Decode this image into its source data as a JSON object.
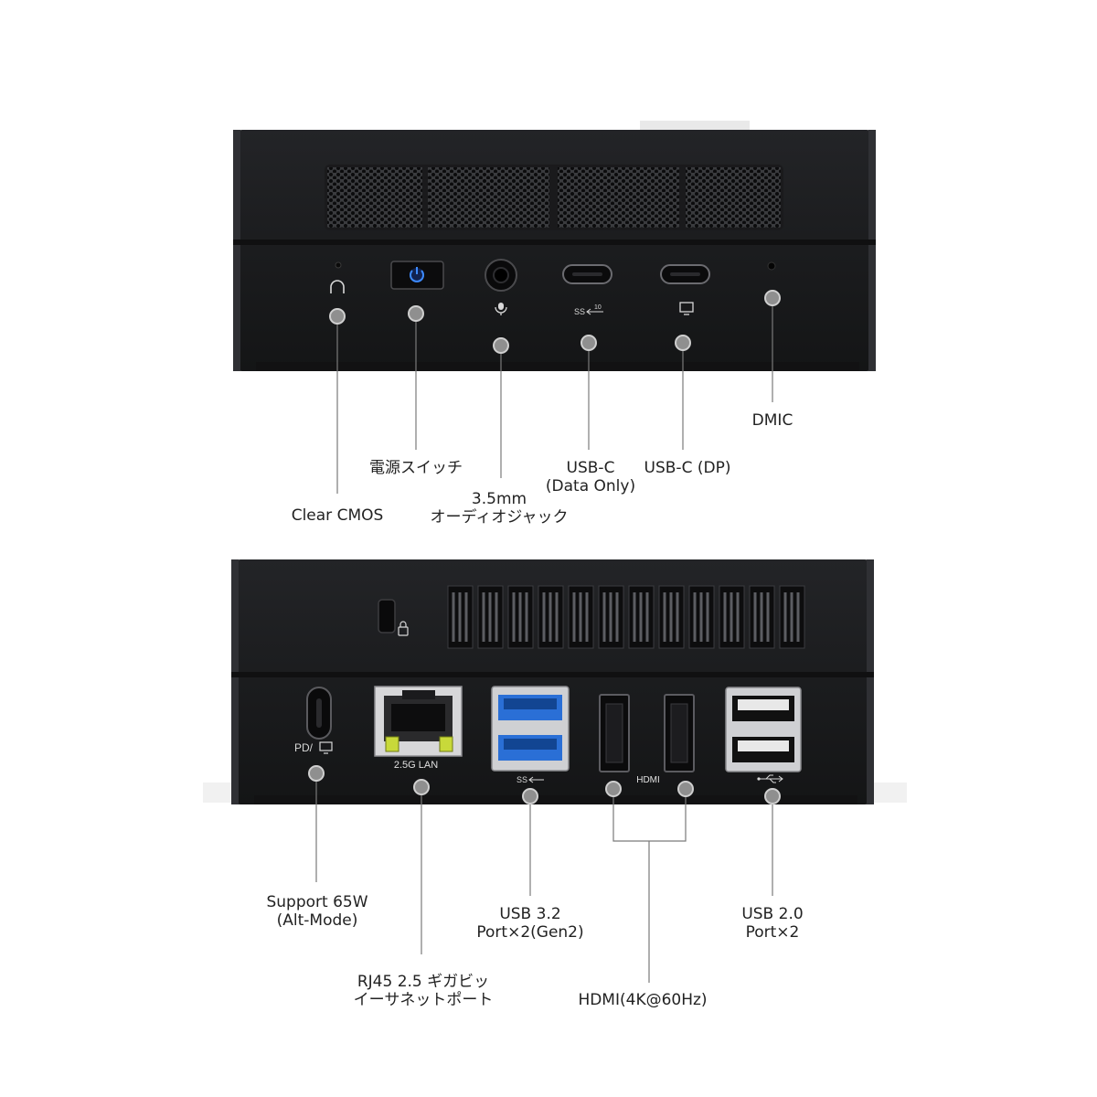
{
  "device_labels": {
    "lan_port": "2.5G LAN",
    "hdmi_port": "HDMI"
  },
  "front_callouts": [
    {
      "id": "clear-cmos",
      "lines": [
        "Clear CMOS"
      ]
    },
    {
      "id": "power-switch",
      "lines": [
        "電源スイッチ"
      ]
    },
    {
      "id": "audio-jack",
      "lines": [
        "3.5mm",
        "オーディオジャック"
      ]
    },
    {
      "id": "usb-c-data",
      "lines": [
        "USB-C",
        "(Data Only)"
      ]
    },
    {
      "id": "usb-c-dp",
      "lines": [
        "USB-C (DP)"
      ]
    },
    {
      "id": "dmic",
      "lines": [
        "DMIC"
      ]
    }
  ],
  "rear_callouts": [
    {
      "id": "usb-c-pd",
      "lines": [
        "Support 65W",
        "(Alt-Mode)"
      ]
    },
    {
      "id": "rj45-lan",
      "lines": [
        "RJ45 2.5 ギガビッ",
        "イーサネットポート"
      ]
    },
    {
      "id": "usb-3-2",
      "lines": [
        "USB 3.2",
        "Port×2(Gen2)"
      ]
    },
    {
      "id": "hdmi",
      "lines": [
        "HDMI(4K@60Hz)"
      ]
    },
    {
      "id": "usb-2-0",
      "lines": [
        "USB 2.0",
        "Port×2"
      ]
    }
  ],
  "colors": {
    "chassis": "#1d1e20",
    "chassis_edge": "#2c2d30",
    "power_led": "#2f7bff",
    "usb3_blue": "#2a6fd6",
    "lan_led": "#c8d93a",
    "callout_line": "#7a7a7a"
  },
  "icons": [
    "headphone-icon",
    "power-icon",
    "mic-icon",
    "superspeed-10-icon",
    "display-icon",
    "kensington-lock-icon",
    "pd-display-icon",
    "superspeed-icon",
    "usb-icon"
  ]
}
